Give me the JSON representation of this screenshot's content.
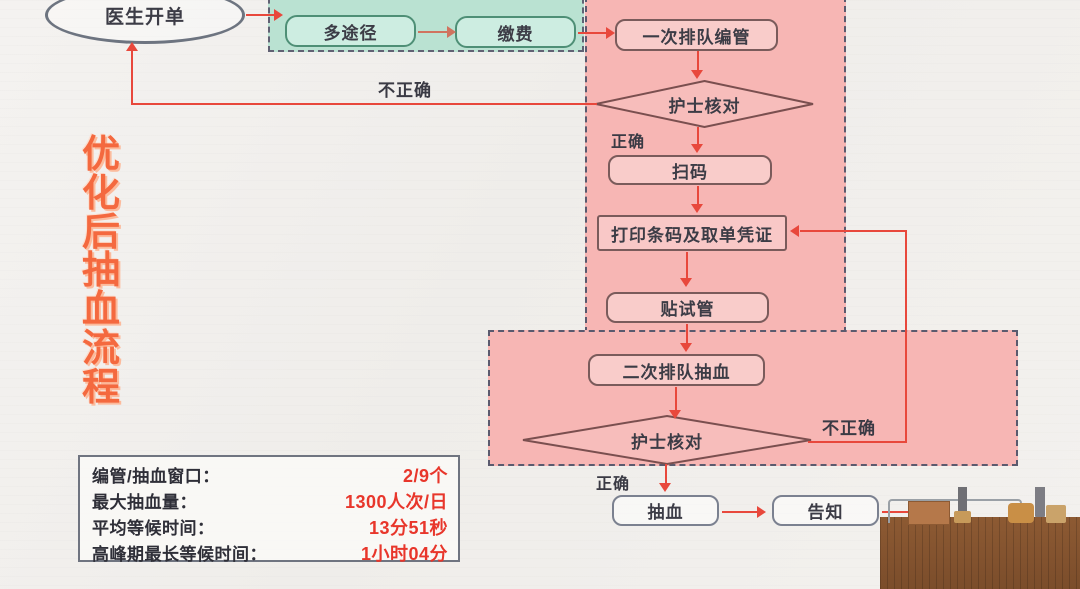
{
  "title": {
    "chars": [
      "优",
      "化",
      "后",
      "抽",
      "血",
      "流",
      "程"
    ],
    "full": "优化后抽血流程"
  },
  "colors": {
    "zone_green": "#b8e2d1",
    "zone_pink": "#f7b6b4",
    "arrow_red": "#e8483c",
    "title_orange": "#f4693f",
    "stat_value_red": "#e8362b",
    "zone_border": "#5a5a6e"
  },
  "zones": [
    {
      "name": "payment-zone",
      "label": ""
    },
    {
      "name": "tube-label-zone",
      "label": ""
    },
    {
      "name": "blood-draw-zone",
      "label": ""
    }
  ],
  "nodes": {
    "doctor_order": "医生开单",
    "multi_channel": "多途径",
    "payment": "缴费",
    "first_queue_tube": "一次排队编管",
    "nurse_check_1": "护士核对",
    "scan_code": "扫码",
    "print_barcode": "打印条码及取单凭证",
    "attach_tube": "贴试管",
    "second_queue_draw": "二次排队抽血",
    "nurse_check_2": "护士核对",
    "blood_draw": "抽血",
    "notify": "告知"
  },
  "edge_labels": {
    "incorrect_top": "不正确",
    "correct_top": "正确",
    "incorrect_bottom": "不正确",
    "correct_bottom": "正确"
  },
  "stats": {
    "rows": [
      {
        "label": "编管/抽血窗口：",
        "value": "2/9个"
      },
      {
        "label": "最大抽血量：",
        "value": "1300人次/日"
      },
      {
        "label": "平均等候时间：",
        "value": "13分51秒"
      },
      {
        "label": "高峰期最长等候时间：",
        "value": "1小时04分"
      }
    ]
  }
}
